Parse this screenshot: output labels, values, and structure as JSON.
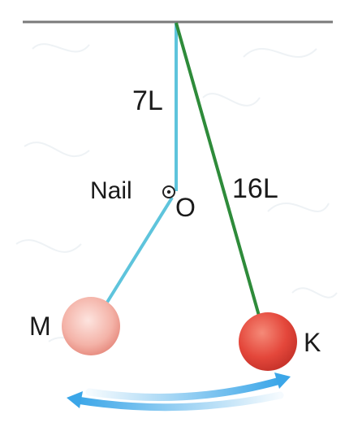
{
  "diagram": {
    "labels": {
      "upper_length": "7L",
      "total_length": "16L",
      "nail": "Nail",
      "pivot": "O",
      "left_bob": "M",
      "right_bob": "K"
    },
    "colors": {
      "ceiling": "#7a7a7a",
      "short_string": "#5ec4dc",
      "long_string": "#2e8b3a",
      "bob_light": "#f7c5bd",
      "bob_dark": "#e0473a",
      "swing_arrow": "#3ba6e8",
      "watermark": "#edf1f4"
    },
    "icons": [
      "nail-icon",
      "swing-arrow-icon"
    ]
  }
}
